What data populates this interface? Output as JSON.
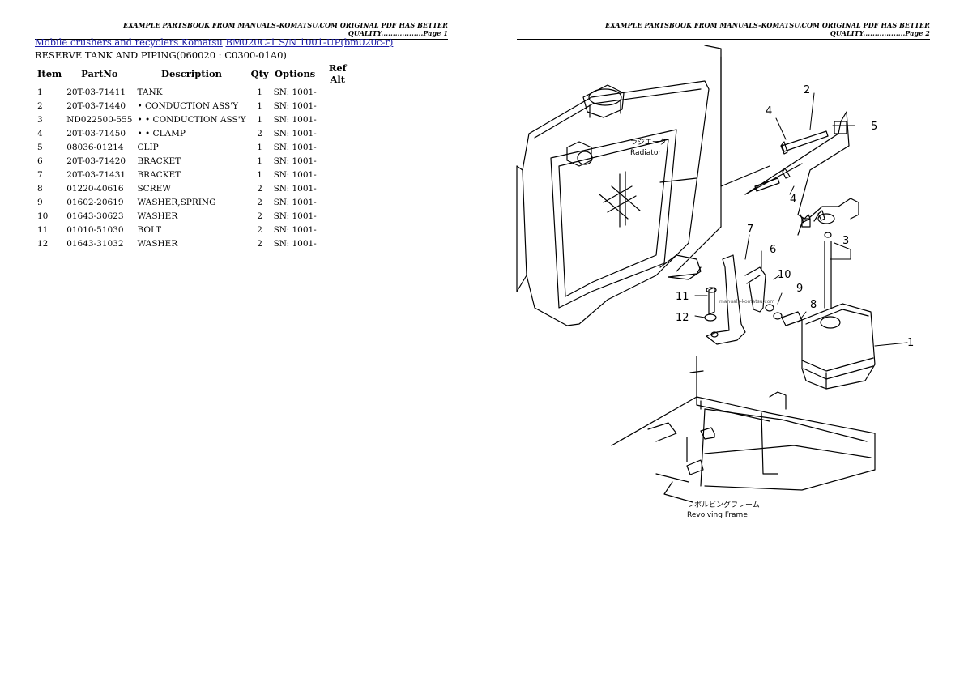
{
  "headers": {
    "page1": "EXAMPLE PARTSBOOK FROM MANUALS-KOMATSU.COM ORIGINAL PDF HAS BETTER QUALITY..................Page 1",
    "page2": "EXAMPLE PARTSBOOK FROM MANUALS-KOMATSU.COM ORIGINAL PDF HAS BETTER QUALITY..................Page 2"
  },
  "breadcrumb": {
    "link1": "Mobile crushers and recyclers Komatsu",
    "link2": "BM020C-1 S/N 1001-UP(bm020c-r)"
  },
  "subtitle": "RESERVE TANK AND PIPING(060020 : C0300-01A0)",
  "table": {
    "columns": [
      "Item",
      "PartNo",
      "Description",
      "Qty",
      "Options",
      "Ref Alt"
    ],
    "rows": [
      {
        "item": "1",
        "part": "20T-03-71411",
        "desc": "TANK",
        "qty": "1",
        "opt": "SN: 1001-",
        "ref": ""
      },
      {
        "item": "2",
        "part": "20T-03-71440",
        "desc": "• CONDUCTION ASS'Y",
        "qty": "1",
        "opt": "SN: 1001-",
        "ref": ""
      },
      {
        "item": "3",
        "part": "ND022500-555",
        "desc": "• • CONDUCTION ASS'Y",
        "qty": "1",
        "opt": "SN: 1001-",
        "ref": ""
      },
      {
        "item": "4",
        "part": "20T-03-71450",
        "desc": "• • CLAMP",
        "qty": "2",
        "opt": "SN: 1001-",
        "ref": ""
      },
      {
        "item": "5",
        "part": "08036-01214",
        "desc": "CLIP",
        "qty": "1",
        "opt": "SN: 1001-",
        "ref": ""
      },
      {
        "item": "6",
        "part": "20T-03-71420",
        "desc": "BRACKET",
        "qty": "1",
        "opt": "SN: 1001-",
        "ref": ""
      },
      {
        "item": "7",
        "part": "20T-03-71431",
        "desc": "BRACKET",
        "qty": "1",
        "opt": "SN: 1001-",
        "ref": ""
      },
      {
        "item": "8",
        "part": "01220-40616",
        "desc": "SCREW",
        "qty": "2",
        "opt": "SN: 1001-",
        "ref": ""
      },
      {
        "item": "9",
        "part": "01602-20619",
        "desc": "WASHER,SPRING",
        "qty": "2",
        "opt": "SN: 1001-",
        "ref": ""
      },
      {
        "item": "10",
        "part": "01643-30623",
        "desc": "WASHER",
        "qty": "2",
        "opt": "SN: 1001-",
        "ref": ""
      },
      {
        "item": "11",
        "part": "01010-51030",
        "desc": "BOLT",
        "qty": "2",
        "opt": "SN: 1001-",
        "ref": ""
      },
      {
        "item": "12",
        "part": "01643-31032",
        "desc": "WASHER",
        "qty": "2",
        "opt": "SN: 1001-",
        "ref": ""
      }
    ]
  },
  "diagram": {
    "radiator_jp": "ラジエータ",
    "radiator_en": "Radiator",
    "frame_jp": "レボルビングフレーム",
    "frame_en": "Revolving  Frame",
    "watermark": "manuals-komatsu.com",
    "callouts": [
      "1",
      "2",
      "3",
      "4",
      "4",
      "5",
      "6",
      "7",
      "8",
      "9",
      "10",
      "11",
      "12"
    ]
  },
  "colors": {
    "link": "#1a1aa6",
    "text": "#000000",
    "background": "#ffffff"
  }
}
